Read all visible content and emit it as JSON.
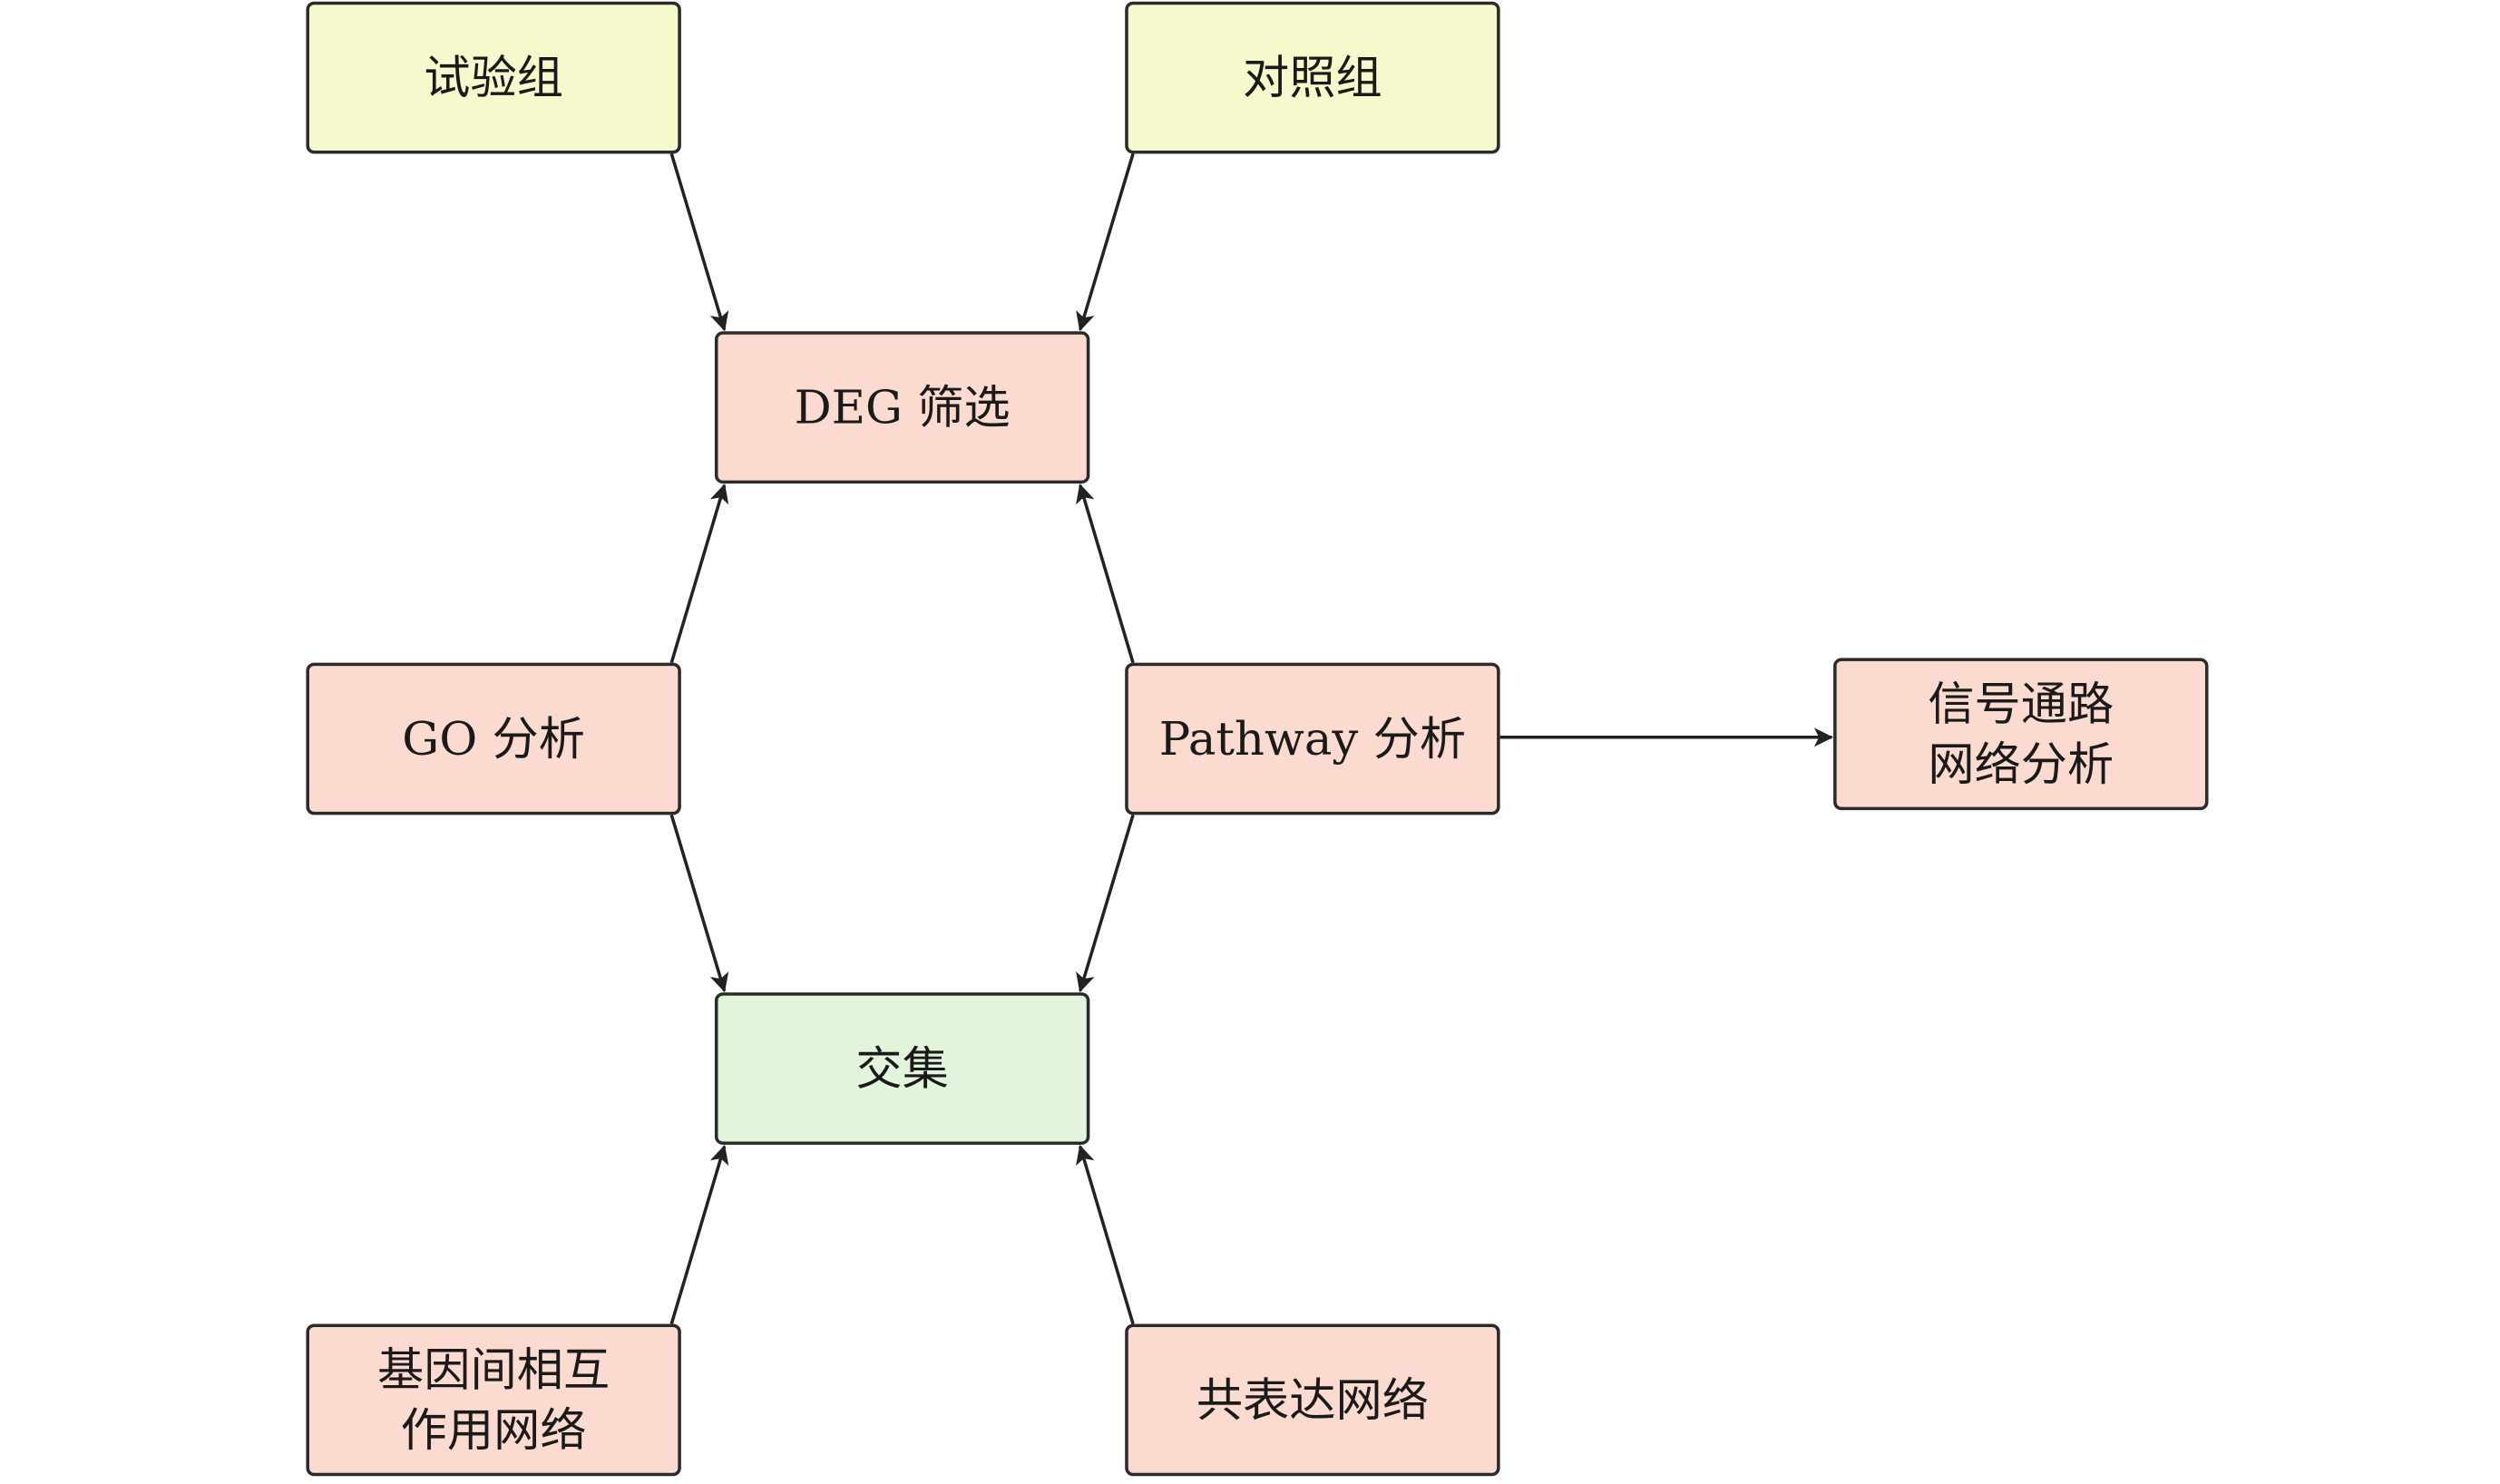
{
  "nodes": {
    "test_group": "试验组",
    "control_group": "对照组",
    "deg": "DEG 筛选",
    "go": "GO 分析",
    "pathway": "Pathway 分析",
    "signal": "信号通路\n网络分析",
    "intersection": "交集",
    "gene_interaction": "基因间相互\n作用网络",
    "coexpression": "共表达网络"
  },
  "edges": [
    {
      "from": "test_group",
      "to": "deg"
    },
    {
      "from": "control_group",
      "to": "deg"
    },
    {
      "from": "go",
      "to": "deg"
    },
    {
      "from": "pathway",
      "to": "deg"
    },
    {
      "from": "go",
      "to": "intersection"
    },
    {
      "from": "pathway",
      "to": "intersection"
    },
    {
      "from": "pathway",
      "to": "signal"
    },
    {
      "from": "gene_interaction",
      "to": "intersection"
    },
    {
      "from": "coexpression",
      "to": "intersection"
    }
  ],
  "colors": {
    "input": "#f6f9cc",
    "process": "#fbdad0",
    "result": "#e2f4dc",
    "stroke": "#2b2b2b"
  }
}
